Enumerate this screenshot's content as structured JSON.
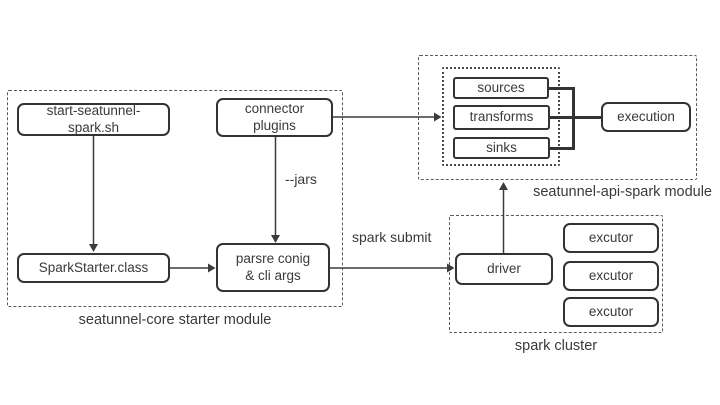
{
  "diagram": {
    "core_module": {
      "label": "seatunnel-core starter module",
      "start_script": "start-seatunnel-\nspark.sh",
      "connector_plugins": "connector\nplugins",
      "spark_starter": "SparkStarter.class",
      "parse_config": "parsre conig\n& cli args"
    },
    "api_module": {
      "label": "seatunnel-api-spark module",
      "sources": "sources",
      "transforms": "transforms",
      "sinks": "sinks",
      "execution": "execution"
    },
    "spark_cluster": {
      "label": "spark cluster",
      "driver": "driver",
      "executors": [
        "excutor",
        "excutor",
        "excutor"
      ]
    },
    "edge_labels": {
      "jars": "--jars",
      "spark_submit": "spark submit"
    },
    "colors": {
      "box_border": "#333333",
      "dashed_border": "#5a5a5a",
      "line": "#3c3c3c",
      "text": "#3a3a3a",
      "background": "#ffffff"
    }
  }
}
